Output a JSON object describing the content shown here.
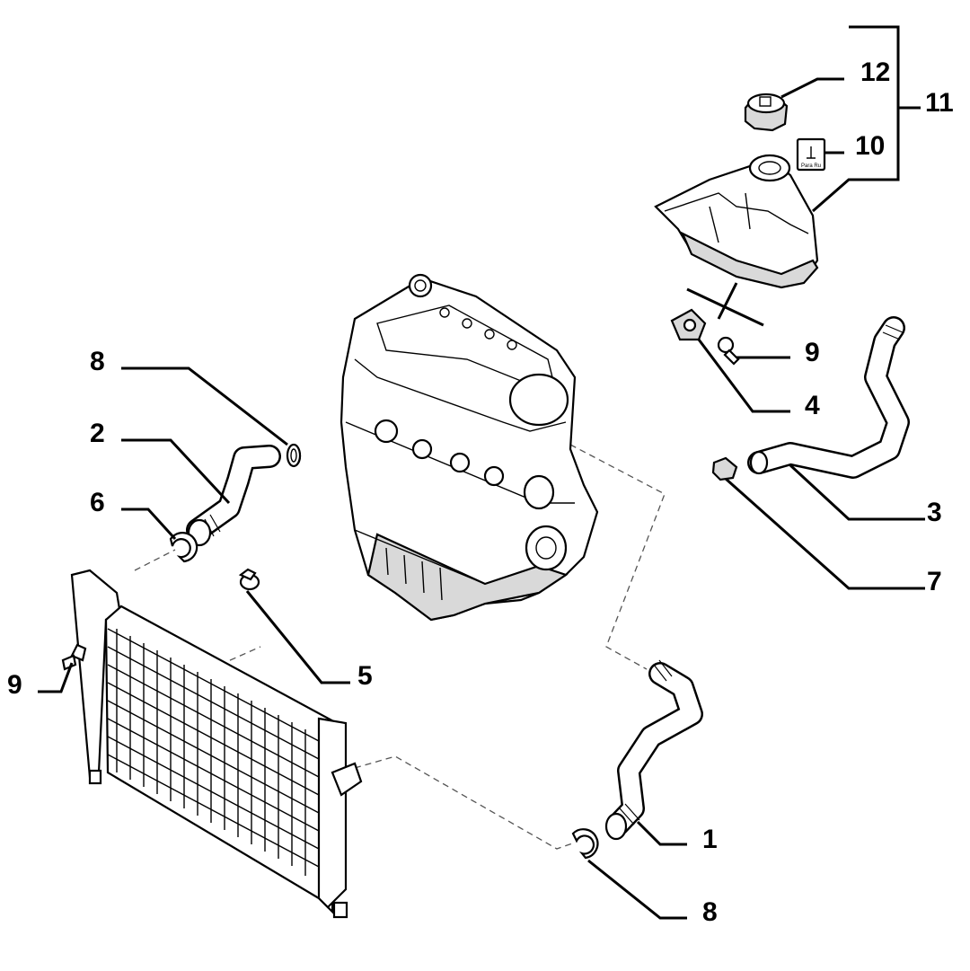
{
  "callouts": [
    {
      "id": "c1",
      "number": "1"
    },
    {
      "id": "c2",
      "number": "2"
    },
    {
      "id": "c3",
      "number": "3"
    },
    {
      "id": "c4",
      "number": "4"
    },
    {
      "id": "c5",
      "number": "5"
    },
    {
      "id": "c6",
      "number": "6"
    },
    {
      "id": "c7",
      "number": "7"
    },
    {
      "id": "c8a",
      "number": "8"
    },
    {
      "id": "c8b",
      "number": "8"
    },
    {
      "id": "c9a",
      "number": "9"
    },
    {
      "id": "c9b",
      "number": "9"
    },
    {
      "id": "c10",
      "number": "10"
    },
    {
      "id": "c11",
      "number": "11"
    },
    {
      "id": "c12",
      "number": "12"
    }
  ],
  "parts": [
    {
      "name": "engine-block"
    },
    {
      "name": "radiator"
    },
    {
      "name": "expansion-tank"
    },
    {
      "name": "tank-cap"
    },
    {
      "name": "warning-label"
    },
    {
      "name": "lower-hose"
    },
    {
      "name": "upper-hose"
    },
    {
      "name": "tank-hose"
    }
  ],
  "label_text": "Para Ru",
  "colors": {
    "ink": "#000000",
    "fill": "#ffffff",
    "shade": "#d9d9d9"
  }
}
